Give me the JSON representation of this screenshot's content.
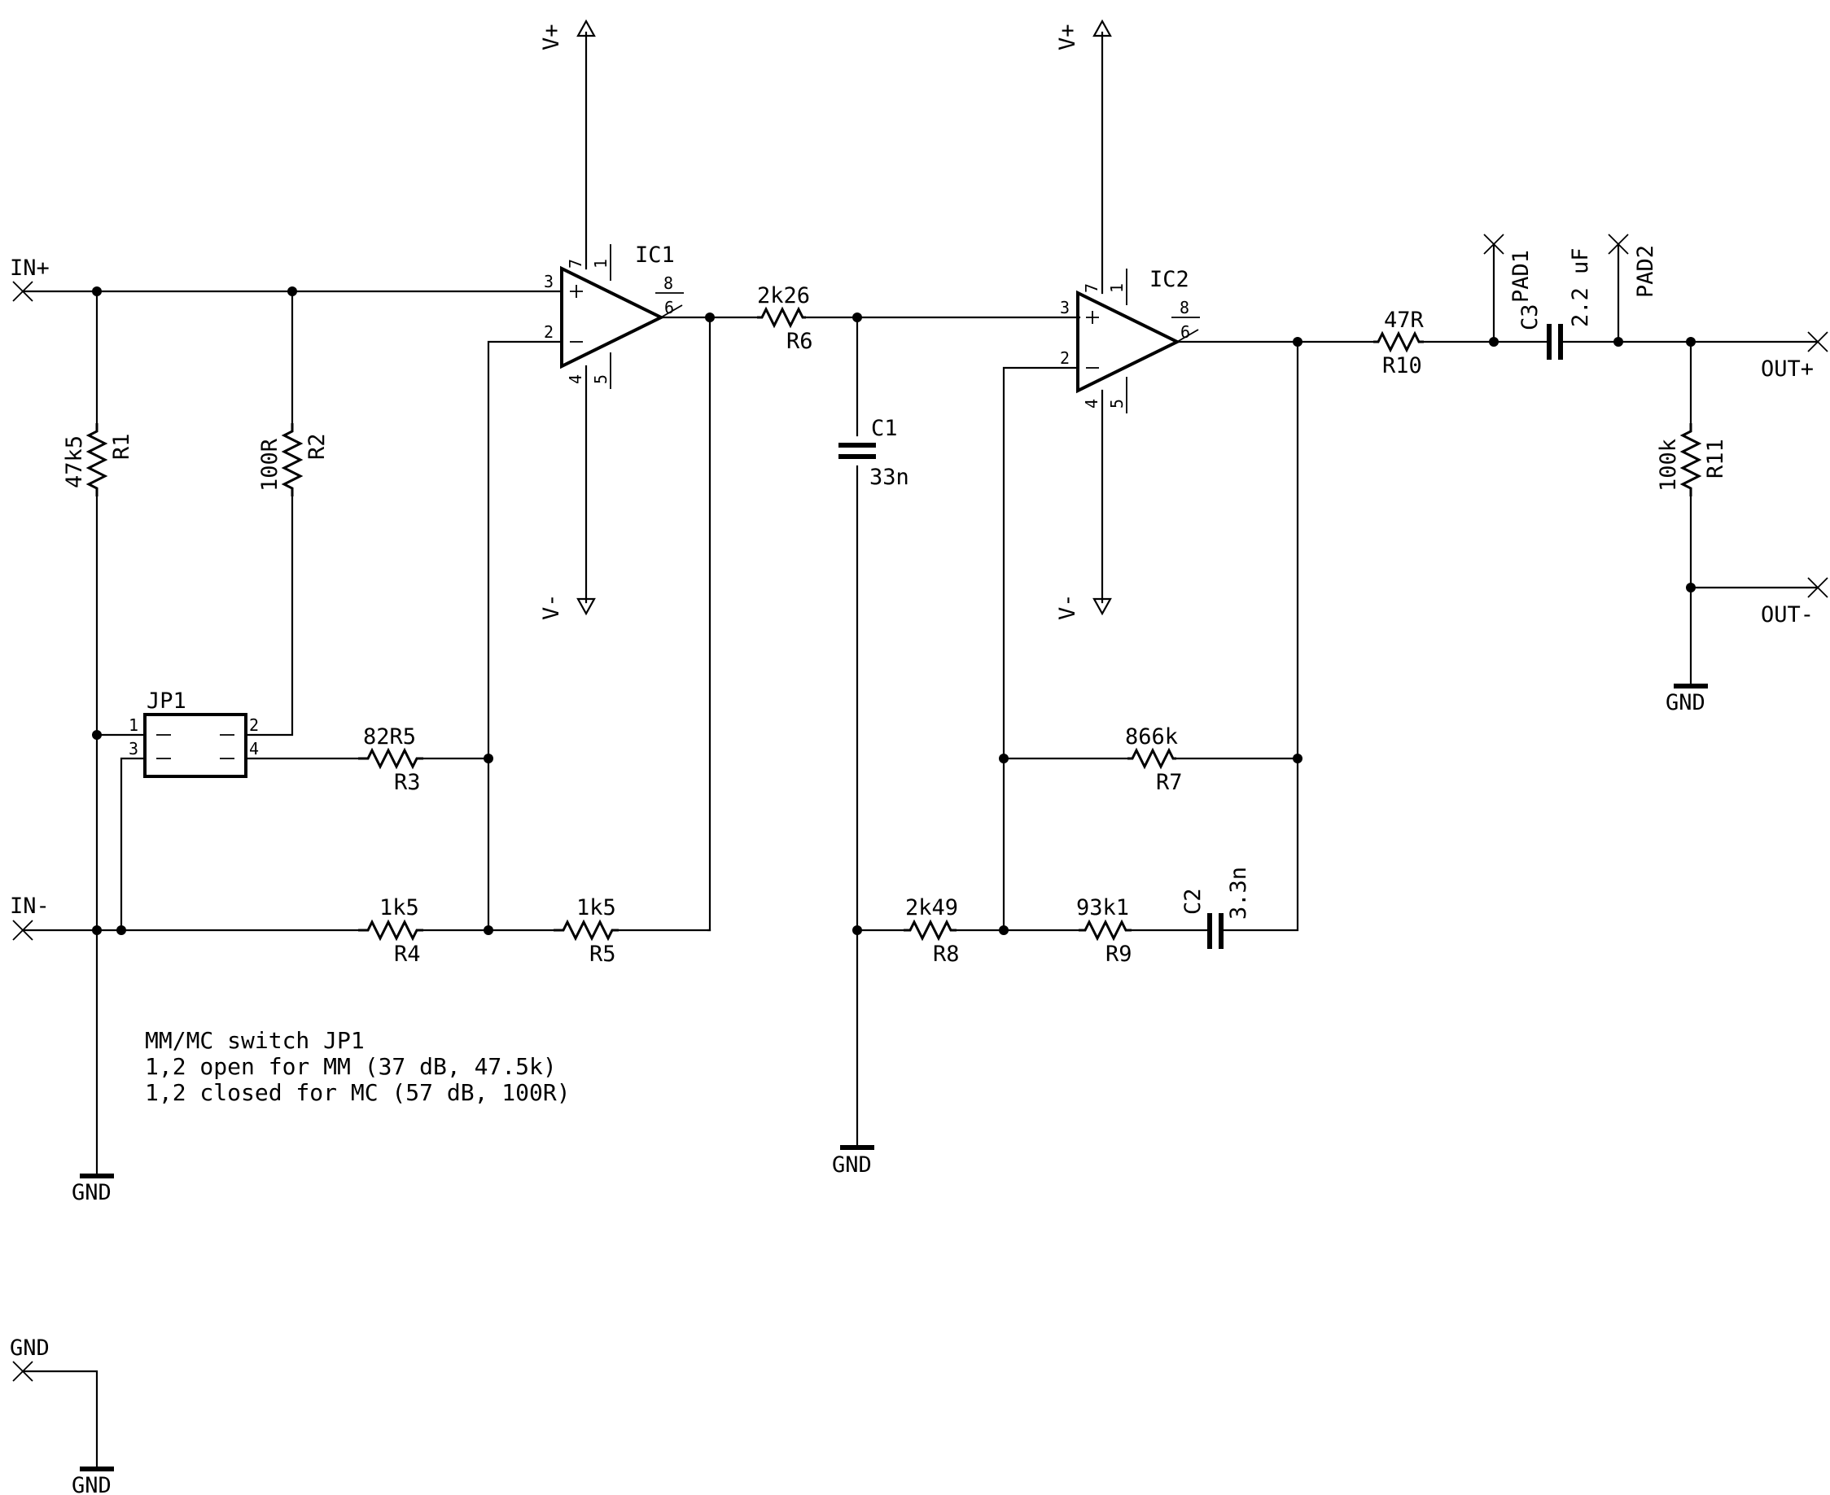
{
  "pins": {
    "in_plus": "IN+",
    "in_minus": "IN-",
    "out_plus": "OUT+",
    "out_minus": "OUT-",
    "gnd_pin": "GND",
    "pad1": "PAD1",
    "pad2": "PAD2"
  },
  "supplies": {
    "vplus": "V+",
    "vminus": "V-",
    "gnd": "GND"
  },
  "ics": [
    {
      "name": "IC1",
      "pin_plus_in": "3",
      "pin_minus_in": "2",
      "pin_out": "6",
      "pin_vplus": "7",
      "pin_vminus": "4",
      "pin_1": "1",
      "pin_5": "5",
      "pin_8": "8"
    },
    {
      "name": "IC2",
      "pin_plus_in": "3",
      "pin_minus_in": "2",
      "pin_out": "6",
      "pin_vplus": "7",
      "pin_vminus": "4",
      "pin_1": "1",
      "pin_5": "5",
      "pin_8": "8"
    }
  ],
  "resistors": [
    {
      "name": "R1",
      "value": "47k5"
    },
    {
      "name": "R2",
      "value": "100R"
    },
    {
      "name": "R3",
      "value": "82R5"
    },
    {
      "name": "R4",
      "value": "1k5"
    },
    {
      "name": "R5",
      "value": "1k5"
    },
    {
      "name": "R6",
      "value": "2k26"
    },
    {
      "name": "R7",
      "value": "866k"
    },
    {
      "name": "R8",
      "value": "2k49"
    },
    {
      "name": "R9",
      "value": "93k1"
    },
    {
      "name": "R10",
      "value": "47R"
    },
    {
      "name": "R11",
      "value": "100k"
    }
  ],
  "capacitors": [
    {
      "name": "C1",
      "value": "33n"
    },
    {
      "name": "C2",
      "value": "3.3n"
    },
    {
      "name": "C3",
      "value": "2.2 uF"
    }
  ],
  "jumper": {
    "name": "JP1",
    "pins": [
      "1",
      "2",
      "3",
      "4"
    ]
  },
  "note": {
    "line1": "MM/MC switch JP1",
    "line2": "1,2 open for MM (37 dB, 47.5k)",
    "line3": "1,2 closed for MC (57 dB, 100R)"
  },
  "colors": {
    "line": "#000000",
    "background": "#ffffff"
  }
}
